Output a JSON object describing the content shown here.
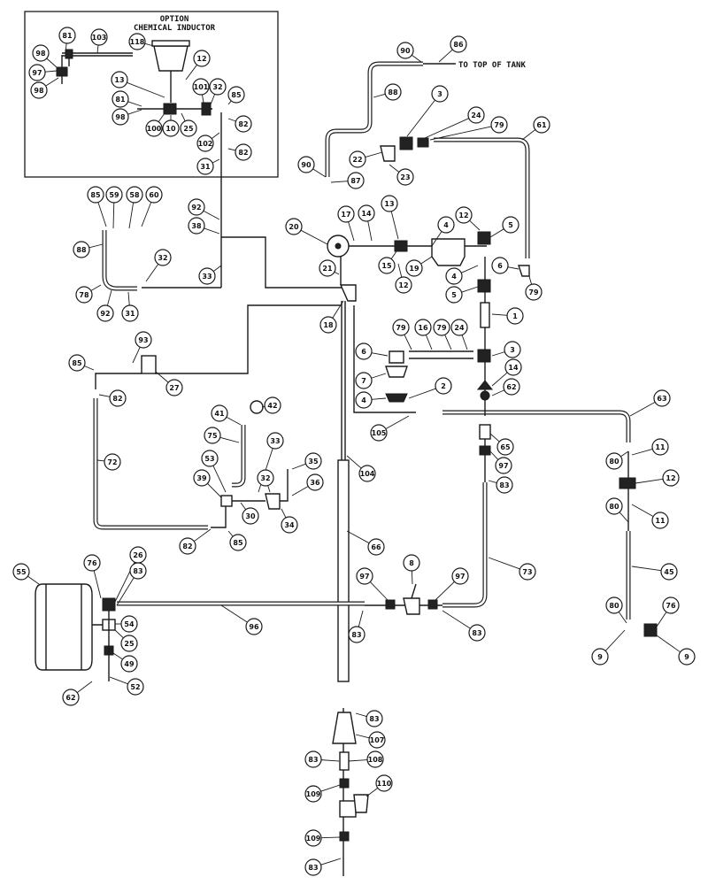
{
  "inset": {
    "title_line1": "OPTION",
    "title_line2": "CHEMICAL INDUCTOR"
  },
  "to_top_of_tank": "TO TOP OF TANK",
  "callouts": [
    {
      "id": "c1",
      "label": "81"
    },
    {
      "id": "c2",
      "label": "103"
    },
    {
      "id": "c3",
      "label": "98"
    },
    {
      "id": "c4",
      "label": "97"
    },
    {
      "id": "c5",
      "label": "98"
    },
    {
      "id": "c6",
      "label": "118"
    },
    {
      "id": "c7",
      "label": "12"
    },
    {
      "id": "c8",
      "label": "13"
    },
    {
      "id": "c9",
      "label": "101"
    },
    {
      "id": "c10",
      "label": "32"
    },
    {
      "id": "c11",
      "label": "85"
    },
    {
      "id": "c12",
      "label": "81"
    },
    {
      "id": "c13",
      "label": "98"
    },
    {
      "id": "c14",
      "label": "100"
    },
    {
      "id": "c15",
      "label": "10"
    },
    {
      "id": "c16",
      "label": "25"
    },
    {
      "id": "c17",
      "label": "82"
    },
    {
      "id": "c18",
      "label": "102"
    },
    {
      "id": "c19",
      "label": "82"
    },
    {
      "id": "c20",
      "label": "31"
    },
    {
      "id": "c21",
      "label": "90"
    },
    {
      "id": "c22",
      "label": "86"
    },
    {
      "id": "c23",
      "label": "88"
    },
    {
      "id": "c24",
      "label": "3"
    },
    {
      "id": "c25",
      "label": "24"
    },
    {
      "id": "c26",
      "label": "79"
    },
    {
      "id": "c27",
      "label": "61"
    },
    {
      "id": "c28",
      "label": "22"
    },
    {
      "id": "c29",
      "label": "90"
    },
    {
      "id": "c30",
      "label": "23"
    },
    {
      "id": "c31",
      "label": "87"
    },
    {
      "id": "c32",
      "label": "85"
    },
    {
      "id": "c33",
      "label": "59"
    },
    {
      "id": "c34",
      "label": "58"
    },
    {
      "id": "c35",
      "label": "60"
    },
    {
      "id": "c36",
      "label": "92"
    },
    {
      "id": "c37",
      "label": "38"
    },
    {
      "id": "c38",
      "label": "88"
    },
    {
      "id": "c39",
      "label": "33"
    },
    {
      "id": "c40",
      "label": "32"
    },
    {
      "id": "c41",
      "label": "78"
    },
    {
      "id": "c42",
      "label": "92"
    },
    {
      "id": "c43",
      "label": "31"
    },
    {
      "id": "c44",
      "label": "20"
    },
    {
      "id": "c45",
      "label": "17"
    },
    {
      "id": "c46",
      "label": "14"
    },
    {
      "id": "c47",
      "label": "13"
    },
    {
      "id": "c48",
      "label": "4"
    },
    {
      "id": "c49",
      "label": "12"
    },
    {
      "id": "c50",
      "label": "5"
    },
    {
      "id": "c51",
      "label": "15"
    },
    {
      "id": "c52",
      "label": "19"
    },
    {
      "id": "c53",
      "label": "4"
    },
    {
      "id": "c54",
      "label": "6"
    },
    {
      "id": "c55",
      "label": "21"
    },
    {
      "id": "c56",
      "label": "12"
    },
    {
      "id": "c57",
      "label": "5"
    },
    {
      "id": "c58",
      "label": "79"
    },
    {
      "id": "c59",
      "label": "18"
    },
    {
      "id": "c60",
      "label": "1"
    },
    {
      "id": "c61",
      "label": "93"
    },
    {
      "id": "c62",
      "label": "85"
    },
    {
      "id": "c63",
      "label": "27"
    },
    {
      "id": "c64",
      "label": "82"
    },
    {
      "id": "c65",
      "label": "79"
    },
    {
      "id": "c66",
      "label": "16"
    },
    {
      "id": "c67",
      "label": "79"
    },
    {
      "id": "c68",
      "label": "24"
    },
    {
      "id": "c69",
      "label": "3"
    },
    {
      "id": "c70",
      "label": "6"
    },
    {
      "id": "c71",
      "label": "7"
    },
    {
      "id": "c72",
      "label": "14"
    },
    {
      "id": "c73",
      "label": "2"
    },
    {
      "id": "c74",
      "label": "4"
    },
    {
      "id": "c75",
      "label": "62"
    },
    {
      "id": "c76",
      "label": "41"
    },
    {
      "id": "c77",
      "label": "42"
    },
    {
      "id": "c78",
      "label": "63"
    },
    {
      "id": "c79",
      "label": "105"
    },
    {
      "id": "c80",
      "label": "75"
    },
    {
      "id": "c81",
      "label": "33"
    },
    {
      "id": "c82",
      "label": "65"
    },
    {
      "id": "c83",
      "label": "72"
    },
    {
      "id": "c84",
      "label": "53"
    },
    {
      "id": "c85",
      "label": "104"
    },
    {
      "id": "c86",
      "label": "97"
    },
    {
      "id": "c87",
      "label": "80"
    },
    {
      "id": "c88",
      "label": "11"
    },
    {
      "id": "c89",
      "label": "83"
    },
    {
      "id": "c90",
      "label": "35"
    },
    {
      "id": "c91",
      "label": "39"
    },
    {
      "id": "c92",
      "label": "32"
    },
    {
      "id": "c93",
      "label": "36"
    },
    {
      "id": "c94",
      "label": "12"
    },
    {
      "id": "c95",
      "label": "30"
    },
    {
      "id": "c96",
      "label": "34"
    },
    {
      "id": "c97",
      "label": "11"
    },
    {
      "id": "c98",
      "label": "80"
    },
    {
      "id": "c99",
      "label": "82"
    },
    {
      "id": "c100",
      "label": "85"
    },
    {
      "id": "c101",
      "label": "66"
    },
    {
      "id": "c102",
      "label": "73"
    },
    {
      "id": "c103",
      "label": "45"
    },
    {
      "id": "c104",
      "label": "55"
    },
    {
      "id": "c105",
      "label": "76"
    },
    {
      "id": "c106",
      "label": "26"
    },
    {
      "id": "c107",
      "label": "83"
    },
    {
      "id": "c108",
      "label": "8"
    },
    {
      "id": "c109",
      "label": "97"
    },
    {
      "id": "c110",
      "label": "97"
    },
    {
      "id": "c111",
      "label": "54"
    },
    {
      "id": "c112",
      "label": "96"
    },
    {
      "id": "c113",
      "label": "25"
    },
    {
      "id": "c114",
      "label": "83"
    },
    {
      "id": "c115",
      "label": "83"
    },
    {
      "id": "c116",
      "label": "80"
    },
    {
      "id": "c117",
      "label": "76"
    },
    {
      "id": "c118",
      "label": "49"
    },
    {
      "id": "c119",
      "label": "52"
    },
    {
      "id": "c120",
      "label": "62"
    },
    {
      "id": "c121",
      "label": "9"
    },
    {
      "id": "c122",
      "label": "9"
    },
    {
      "id": "c123",
      "label": "83"
    },
    {
      "id": "c124",
      "label": "107"
    },
    {
      "id": "c125",
      "label": "83"
    },
    {
      "id": "c126",
      "label": "108"
    },
    {
      "id": "c127",
      "label": "109"
    },
    {
      "id": "c128",
      "label": "110"
    },
    {
      "id": "c129",
      "label": "109"
    },
    {
      "id": "c130",
      "label": "83"
    }
  ]
}
